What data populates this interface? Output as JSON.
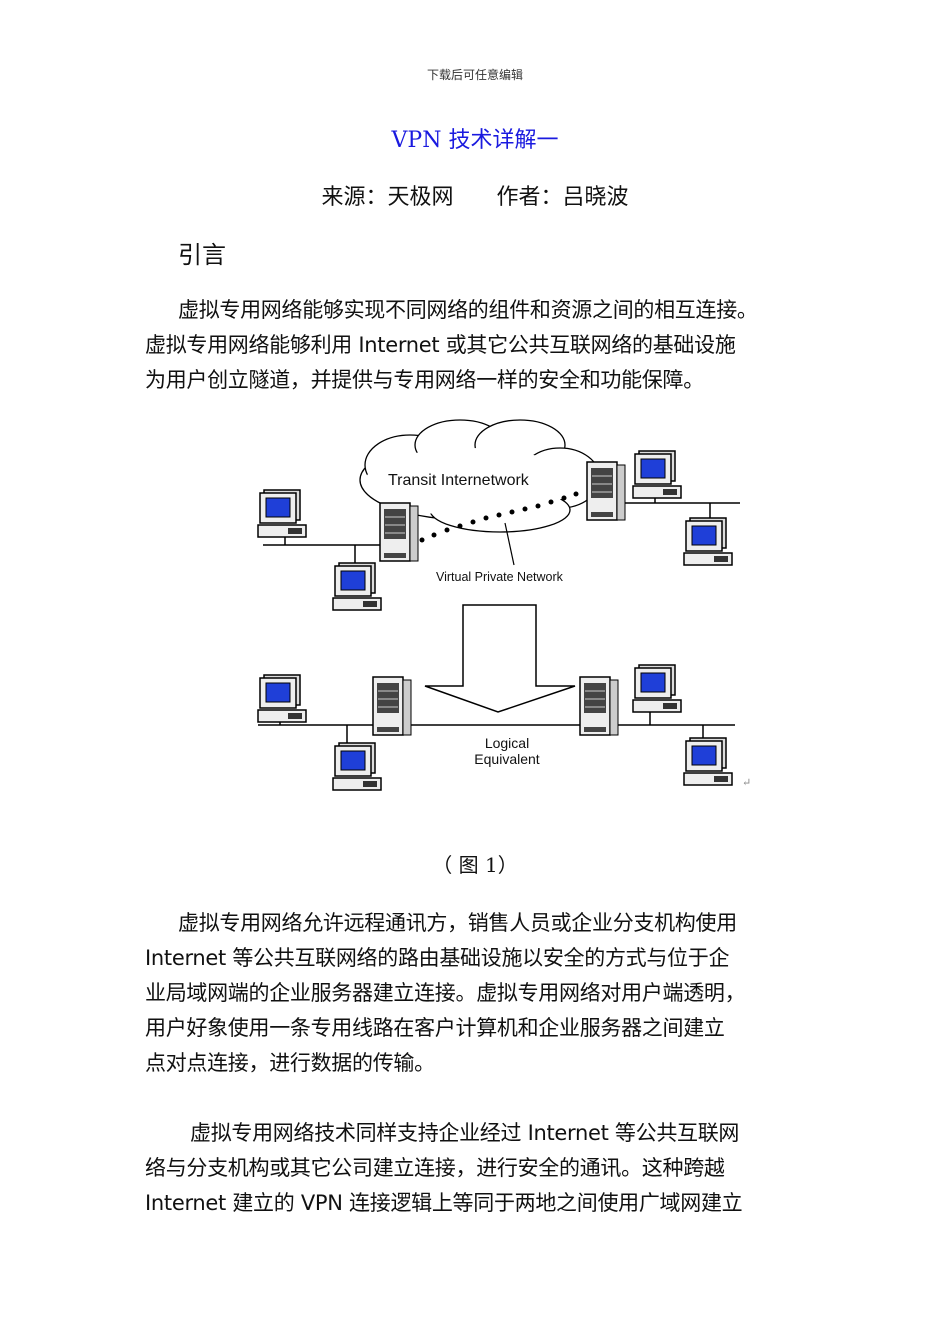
{
  "header": {
    "note": "下载后可任意编辑"
  },
  "title": "VPN 技术详解一",
  "source": {
    "from": "来源：天极网",
    "author": "作者：吕晓波"
  },
  "section_heading": "引言",
  "paragraph1": [
    "虚拟专用网络能够实现不同网络的组件和资源之间的相互连接。",
    "虚拟专用网络能够利用 Internet 或其它公共互联网络的基础设施",
    "为用户创立隧道，并提供与专用网络一样的安全和功能保障。"
  ],
  "figure": {
    "cloud_label": "Transit Internetwork",
    "vpn_label": "Virtual Private Network",
    "logical_label_1": "Logical",
    "logical_label_2": "Equivalent",
    "return_mark": "↵",
    "caption": "（ 图 1）"
  },
  "paragraph2": [
    "虚拟专用网络允许远程通讯方，销售人员或企业分支机构使用",
    "Internet 等公共互联网络的路由基础设施以安全的方式与位于企",
    "业局域网端的企业服务器建立连接。虚拟专用网络对用户端透明，",
    "用户好象使用一条专用线路在客户计算机和企业服务器之间建立",
    "点对点连接，进行数据的传输。"
  ],
  "paragraph3": [
    "虚拟专用网络技术同样支持企业经过 Internet 等公共互联网",
    "络与分支机构或其它公司建立连接，进行安全的通讯。这种跨越",
    "Internet 建立的 VPN 连接逻辑上等同于两地之间使用广域网建立"
  ],
  "colors": {
    "title": "#1a1adf",
    "screen": "#1f3fd8"
  }
}
